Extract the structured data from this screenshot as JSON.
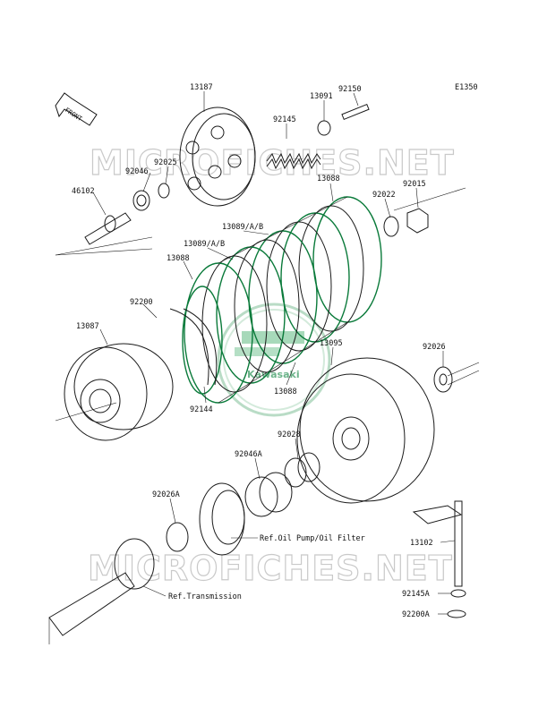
{
  "diagram": {
    "code": "E1350",
    "front_label": "FRONT",
    "watermark_text": "MICROFICHES.NET",
    "brand_watermark": "Kawasaki",
    "colors": {
      "line": "#1a1a1a",
      "green": "#0a7a3a",
      "watermark": "#c9c9c9"
    },
    "part_labels": [
      "13187",
      "13091",
      "92150",
      "92145",
      "92025",
      "92046",
      "46102",
      "13088",
      "92022",
      "92015",
      "13089/A/B",
      "13089/A/B",
      "13088",
      "92200",
      "13087",
      "13095",
      "92026",
      "13088",
      "92144",
      "92028",
      "92046A",
      "92026A",
      "Ref.Oil Pump/Oil Filter",
      "13102",
      "Ref.Transmission",
      "92145A",
      "92200A"
    ]
  }
}
